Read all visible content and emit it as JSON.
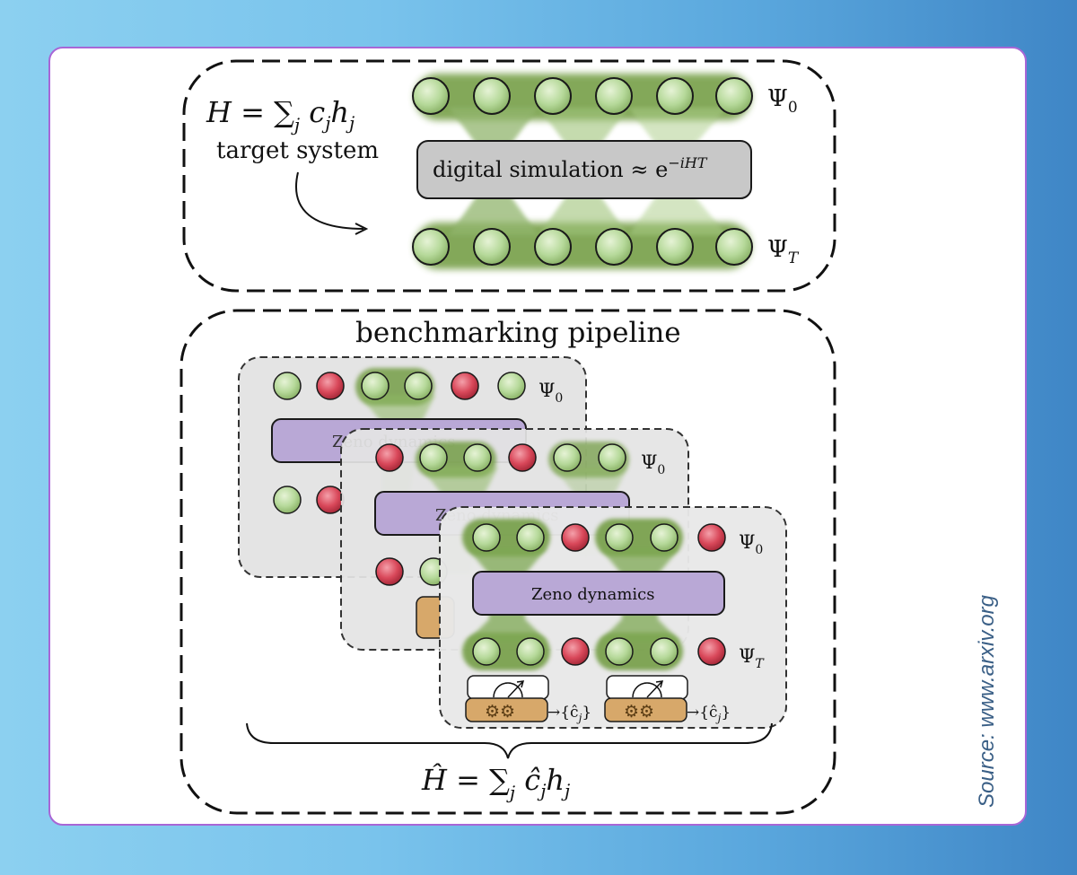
{
  "top_panel": {
    "hamiltonian": {
      "lhs": "H",
      "eq": " = ",
      "sum": "∑",
      "sub": "j",
      "term": " c",
      "term_sub": "j",
      "term2": "h",
      "term2_sub": "j"
    },
    "target_label": "target system",
    "sim_box": {
      "text": "digital simulation ≈ e",
      "sup": "−iHT"
    },
    "psi0": {
      "main": "Ψ",
      "sub": "0"
    },
    "psiT": {
      "main": "Ψ",
      "sub": "T"
    }
  },
  "bottom_panel": {
    "title": "benchmarking pipeline",
    "zeno_label": "Zeno dynamics",
    "psi0": {
      "main": "Ψ",
      "sub": "0"
    },
    "psiT": {
      "main": "Ψ",
      "sub": "T"
    },
    "coeff_output": "→{ĉ",
    "coeff_output_sub": "j",
    "coeff_output_close": "}",
    "estimated": {
      "lhs": "Ĥ",
      "eq": " = ",
      "sum": "∑",
      "sub": "j",
      "term": " ĉ",
      "term_sub": "j",
      "term2": "h",
      "term2_sub": "j"
    }
  },
  "source": "Source: www.arxiv.org",
  "colors": {
    "qubit_green": "#b6d99a",
    "qubit_red": "#d9485a",
    "glow_green": "#6e9a3c",
    "sim_gray": "#c8c8c8",
    "zeno_purple": "#b9a8d6",
    "gear_orange": "#d7a86a",
    "card_border": "#a866d6"
  }
}
